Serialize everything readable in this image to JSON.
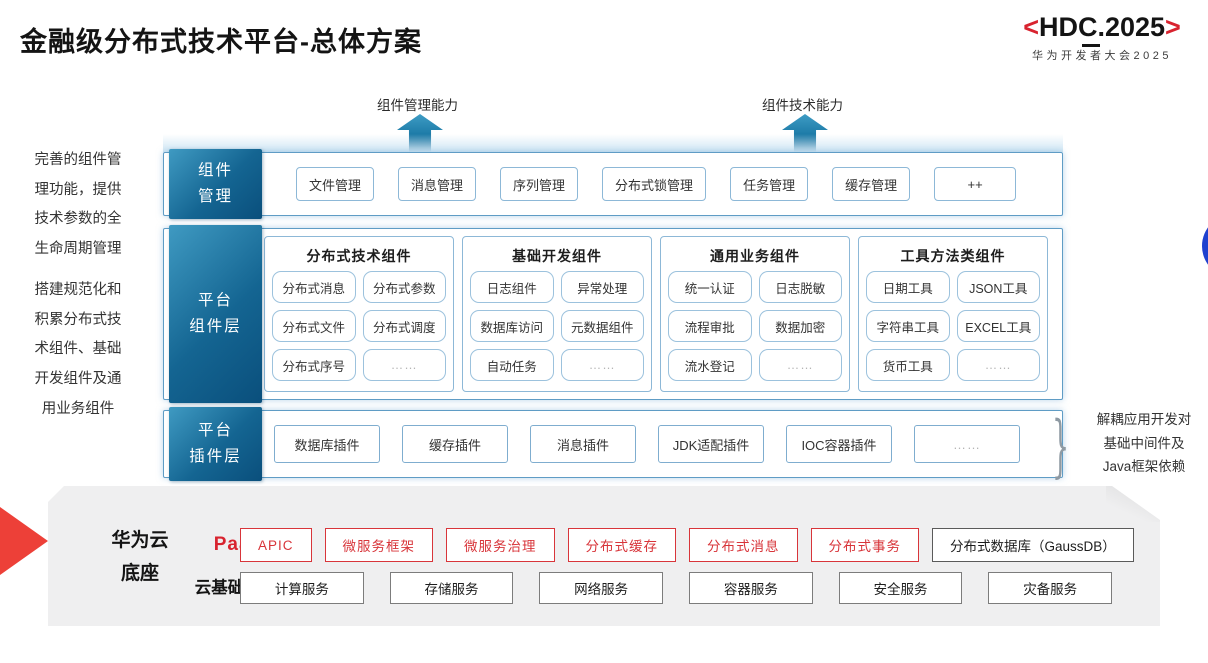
{
  "page": {
    "title": "金融级分布式技术平台-总体方案"
  },
  "logo": {
    "bracket_left": "<",
    "text": "HDC.2025",
    "bracket_right": ">",
    "subtitle": "华为开发者大会2025",
    "accent_color": "#d8232f"
  },
  "capability_arrows": [
    {
      "label": "组件管理能力"
    },
    {
      "label": "组件技术能力"
    }
  ],
  "annotations": {
    "left_top": "完善的组件管\n理功能，提供\n技术参数的全\n生命周期管理",
    "left_bottom": "搭建规范化和\n积累分布式技\n术组件、基础\n开发组件及通\n用业务组件",
    "right": "解耦应用开发对\n基础中间件及\nJava框架依赖",
    "right_brace_glyph": "}"
  },
  "rows": {
    "component_mgmt": {
      "label": "组件\n管理",
      "items": [
        "文件管理",
        "消息管理",
        "序列管理",
        "分布式锁管理",
        "任务管理",
        "缓存管理",
        "++"
      ]
    },
    "platform_components": {
      "label": "平台\n组件层",
      "groups": [
        {
          "title": "分布式技术组件",
          "items": [
            "分布式消息",
            "分布式参数",
            "分布式文件",
            "分布式调度",
            "分布式序号",
            "……"
          ]
        },
        {
          "title": "基础开发组件",
          "items": [
            "日志组件",
            "异常处理",
            "数据库访问",
            "元数据组件",
            "自动任务",
            "……"
          ]
        },
        {
          "title": "通用业务组件",
          "items": [
            "统一认证",
            "日志脱敏",
            "流程审批",
            "数据加密",
            "流水登记",
            "……"
          ]
        },
        {
          "title": "工具方法类组件",
          "items": [
            "日期工具",
            "JSON工具",
            "字符串工具",
            "EXCEL工具",
            "货币工具",
            "……"
          ]
        }
      ]
    },
    "platform_plugins": {
      "label": "平台\n插件层",
      "items": [
        "数据库插件",
        "缓存插件",
        "消息插件",
        "JDK适配插件",
        "IOC容器插件",
        "……"
      ]
    }
  },
  "foundation": {
    "label": "华为云\n底座",
    "paas": {
      "label": "PaaS",
      "items": [
        "APIC",
        "微服务框架",
        "微服务治理",
        "分布式缓存",
        "分布式消息",
        "分布式事务"
      ],
      "db_item": "分布式数据库（GaussDB）"
    },
    "cloud": {
      "label": "云基础服务",
      "items": [
        "计算服务",
        "存储服务",
        "网络服务",
        "容器服务",
        "安全服务",
        "灾备服务"
      ]
    }
  },
  "colors": {
    "layer_label_gradient": [
      "#3f9ac2",
      "#0a4f7c"
    ],
    "row_border": "#5f9cc5",
    "chip_border": "#8db8d7",
    "arrow_teal": "#13719f",
    "paas_red": "#d8353a",
    "brand_red": "#d8232f",
    "wedge_red": "#ed4038",
    "dot_blue": "#1f41cf",
    "foundation_gray": "#efeff0"
  }
}
